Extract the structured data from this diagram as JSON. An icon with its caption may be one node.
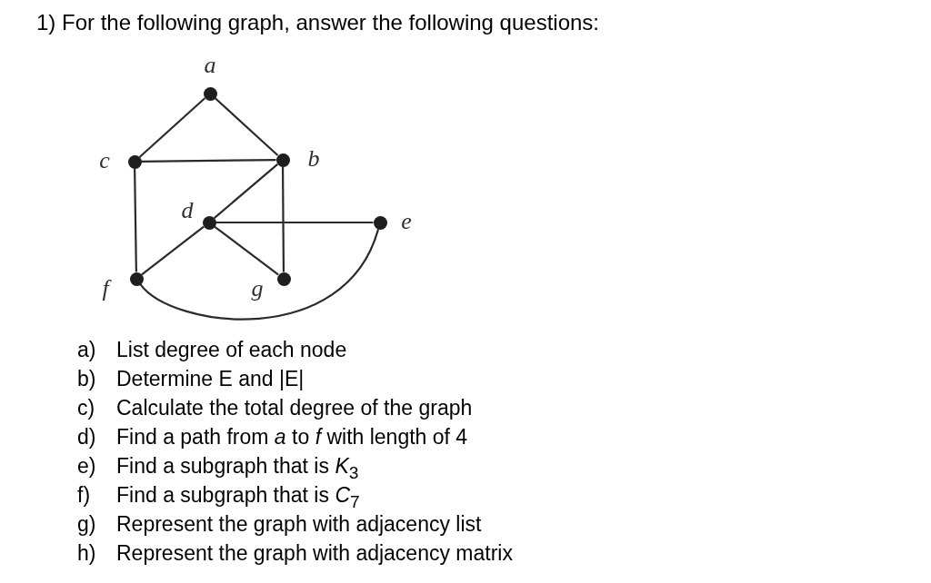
{
  "diagram": {
    "title": "1) For the following graph, answer the following questions:",
    "nodes": [
      {
        "text": [],
        "shape": "circle",
        "beside": [
          "a"
        ]
      },
      {
        "text": [],
        "shape": "circle",
        "beside": [
          "c"
        ]
      },
      {
        "text": [],
        "shape": "circle",
        "beside": [
          "b"
        ]
      },
      {
        "text": [],
        "shape": "circle",
        "beside": [
          "d"
        ]
      },
      {
        "text": [],
        "shape": "circle",
        "beside": [
          "e"
        ]
      },
      {
        "text": [],
        "shape": "circle",
        "beside": [
          "f"
        ]
      },
      {
        "text": [],
        "shape": "circle",
        "beside": [
          "g"
        ]
      }
    ],
    "edges": [
      {
        "from": 0,
        "to": 1,
        "arrow": "none"
      },
      {
        "from": 0,
        "to": 2,
        "arrow": "none"
      },
      {
        "from": 1,
        "to": 2,
        "arrow": "none"
      },
      {
        "from": 1,
        "to": 5,
        "arrow": "none"
      },
      {
        "from": 2,
        "to": 3,
        "arrow": "none"
      },
      {
        "from": 2,
        "to": 6,
        "arrow": "none"
      },
      {
        "from": 3,
        "to": 4,
        "arrow": "none"
      },
      {
        "from": 3,
        "to": 5,
        "arrow": "none"
      },
      {
        "from": 3,
        "to": 6,
        "arrow": "none"
      },
      {
        "from": 5,
        "to": 4,
        "arrow": "none"
      }
    ],
    "labels": [
      "a) List degree of each node",
      "b) Determine E and |E|",
      "c) Calculate the total degree of the graph",
      "d) Find a path from *a* to *f* with length of 4",
      "e) Find a subgraph that is *K*$_{3}$",
      "f) Find a subgraph that is *C*$_{7}$",
      "g) Represent the graph with adjacency list",
      "h) Represent the graph with adjacency matrix"
    ]
  }
}
